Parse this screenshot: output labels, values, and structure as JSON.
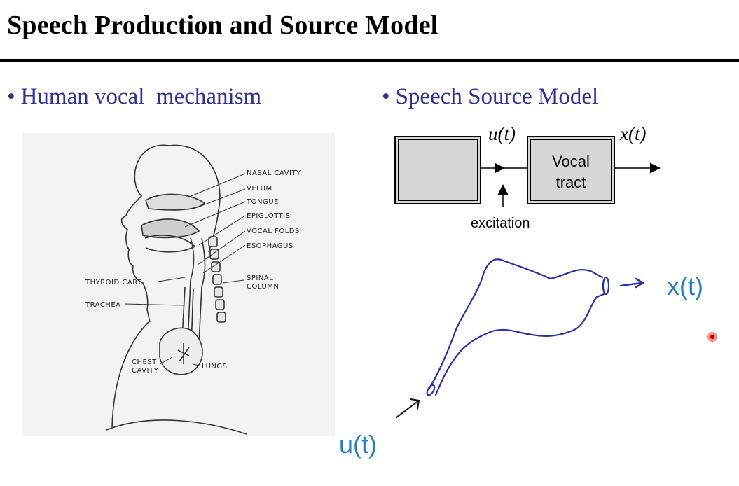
{
  "slide": {
    "title": "Speech Production and Source Model",
    "bullet_left": {
      "dot": "•",
      "text": "Human vocal  mechanism"
    },
    "bullet_right": {
      "dot": "•",
      "text": "Speech Source Model"
    }
  },
  "anatomy": {
    "labels": {
      "nasal_cavity": "NASAL CAVITY",
      "velum": "VELUM",
      "tongue": "TONGUE",
      "epiglottis": "EPIGLOTTIS",
      "vocal_folds": "VOCAL FOLDS",
      "esophagus": "ESOPHAGUS",
      "spinal_line1": "SPINAL",
      "spinal_line2": "COLUMN",
      "thyroid": "THYROID CART.",
      "trachea": "TRACHEA",
      "chest_line1": "CHEST",
      "chest_line2": "CAVITY",
      "lungs": "LUNGS"
    }
  },
  "block_diagram": {
    "input_label": "u(t)",
    "output_label": "x(t)",
    "vocal_line1": "Vocal",
    "vocal_line2": "tract",
    "excitation_label": "excitation"
  },
  "annotation": {
    "output": "x(t)",
    "input": "u(t)",
    "ink_color": "#2b2fa8",
    "label_color": "#1e7fc4"
  }
}
